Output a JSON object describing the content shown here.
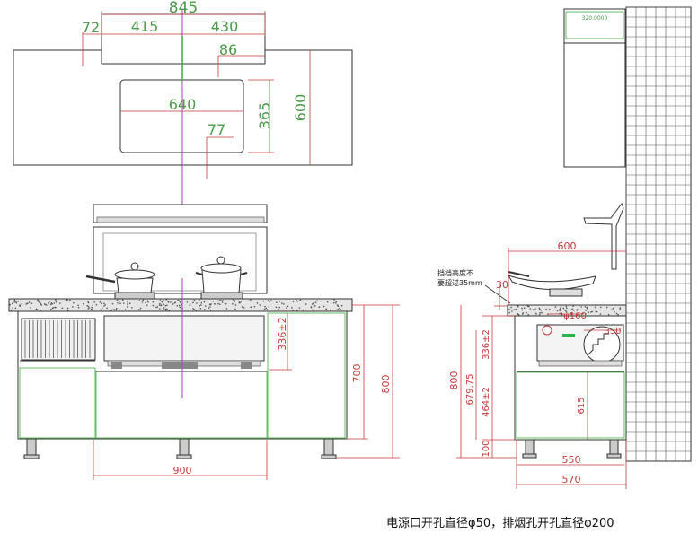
{
  "top_view": {
    "dims": {
      "overall_hood_width": "845",
      "left_part": "415",
      "right_part": "430",
      "left_offset": "72",
      "hood_depth": "86",
      "cutout_width": "640",
      "cutout_depth": "365",
      "counter_depth": "600",
      "cutout_offset": "77"
    }
  },
  "front_view": {
    "dims": {
      "stove_height": "336±2",
      "body_height": "700",
      "total_height": "800",
      "width": "900"
    }
  },
  "side_view": {
    "dims": {
      "hood_label": "320.0000",
      "depth_top": "600",
      "lip": "30",
      "pipe": "φ160",
      "outlet": "330",
      "stove_height": "336±2",
      "total_height": "800",
      "mid_height": "679.75",
      "lower_height": "464±2",
      "leg_height": "100",
      "inner_height": "615",
      "inner_width": "550",
      "outer_width": "570"
    },
    "note_line1": "挡档高度不",
    "note_line2": "要超过35mm"
  },
  "caption": "电源口开孔直径φ50，排烟孔开孔直径φ200",
  "colors": {
    "dim_green": "#4c9a4c",
    "dim_red": "#c83a3a",
    "centerline": "#b03cc8",
    "outline": "#333333"
  }
}
